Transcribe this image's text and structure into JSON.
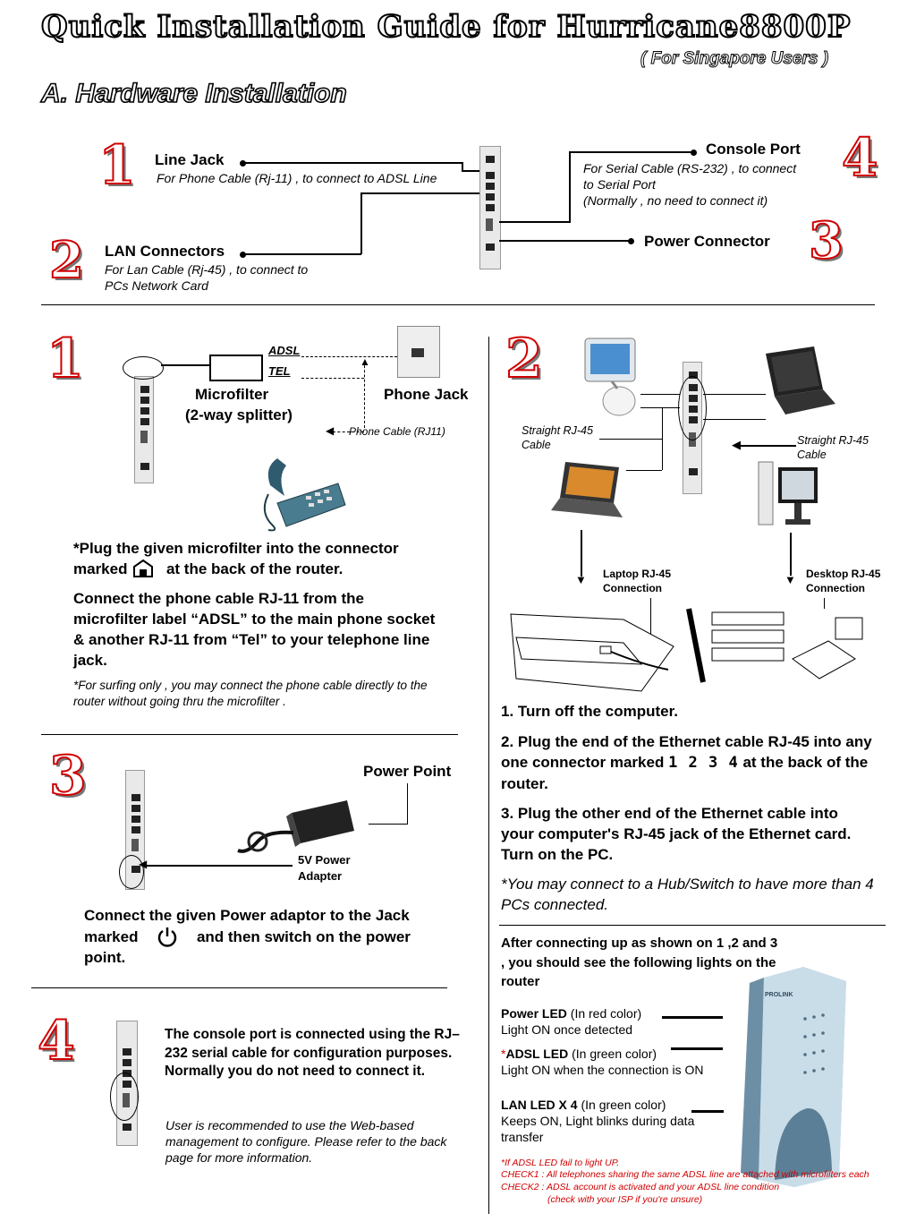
{
  "header": {
    "title": "Quick Installation Guide for Hurricane8800P",
    "subtitle": "( For Singapore Users )",
    "section": "A. Hardware Installation"
  },
  "overview": {
    "n1": "1",
    "n2": "2",
    "n3": "3",
    "n4": "4",
    "line_jack_title": "Line Jack",
    "line_jack_desc": "For Phone Cable (Rj-11) , to connect to ADSL Line",
    "lan_title": "LAN Connectors",
    "lan_desc_1": "For Lan Cable (Rj-45) , to connect to",
    "lan_desc_2": "PCs Network Card",
    "console_title": "Console Port",
    "console_desc_1": "For Serial Cable (RS-232) , to connect",
    "console_desc_2": "to Serial Port",
    "console_desc_3": "(Normally , no need to connect it)",
    "power_title": "Power Connector"
  },
  "step1": {
    "num": "1",
    "adsl": "ADSL",
    "tel": "TEL",
    "microfilter": "Microfilter",
    "splitter": "(2-way splitter)",
    "phone_jack": "Phone Jack",
    "phone_cable": "Phone Cable (RJ11)",
    "p1_a": "*Plug the given microfilter into the connector",
    "p1_b": "marked",
    "p1_c": "at the back of the router.",
    "p2": "Connect the phone cable RJ-11 from the microfilter label “ADSL” to the main phone socket & another RJ-11 from “Tel” to your telephone line jack.",
    "note": "*For surfing only , you may connect the phone cable directly to the router without going thru the microfilter ."
  },
  "step2": {
    "num": "2",
    "straight_left_1": "Straight RJ-45",
    "straight_left_2": "Cable",
    "straight_right_1": "Straight RJ-45",
    "straight_right_2": "Cable",
    "laptop_1": "Laptop RJ-45",
    "laptop_2": "Connection",
    "desktop_1": "Desktop RJ-45",
    "desktop_2": "Connection",
    "i1": "1. Turn off the computer.",
    "i2_a": "2. Plug the end of the Ethernet cable RJ-45 into any one connector marked",
    "i2_nums": "1 2 3 4",
    "i2_b": "at the back of the router.",
    "i3": "3. Plug the other end of the Ethernet cable into your computer's RJ-45 jack of the Ethernet card. Turn on the PC.",
    "i4": "*You may connect to a Hub/Switch to have more than 4 PCs connected."
  },
  "step3": {
    "num": "3",
    "power_point": "Power Point",
    "adapter_1": "5V Power",
    "adapter_2": "Adapter",
    "p_a": "Connect the given Power adaptor to the Jack",
    "p_b": "marked",
    "p_c": "and then switch on the power",
    "p_d": "point."
  },
  "step4": {
    "num": "4",
    "p1": "The console port is connected using the RJ–232 serial cable for configuration purposes. Normally you do not need to connect it.",
    "p2": "User is recommended to use the Web-based management to configure. Please refer to the back page for more information."
  },
  "leds": {
    "intro": "After connecting up as shown on 1 ,2 and 3 , you should see the following lights on the router",
    "power_name": "Power LED",
    "power_color": "(In red color)",
    "power_desc": "Light ON once detected",
    "adsl_star": "*",
    "adsl_name": "ADSL LED",
    "adsl_color": "(In green color)",
    "adsl_desc": "Light ON when the connection is ON",
    "lan_name": "LAN LED X 4",
    "lan_color": "(In green color)",
    "lan_desc_1": "Keeps ON, Light blinks during data",
    "lan_desc_2": "transfer",
    "note_1": "*If ADSL LED fail to light UP.",
    "note_2": "CHECK1 : All telephones sharing the same ADSL line are attached with microfilters each",
    "note_3": "CHECK2 : ADSL account is activated and your ADSL line condition",
    "note_4": "(check with your ISP if you're unsure)",
    "brand": "PROLINK"
  }
}
